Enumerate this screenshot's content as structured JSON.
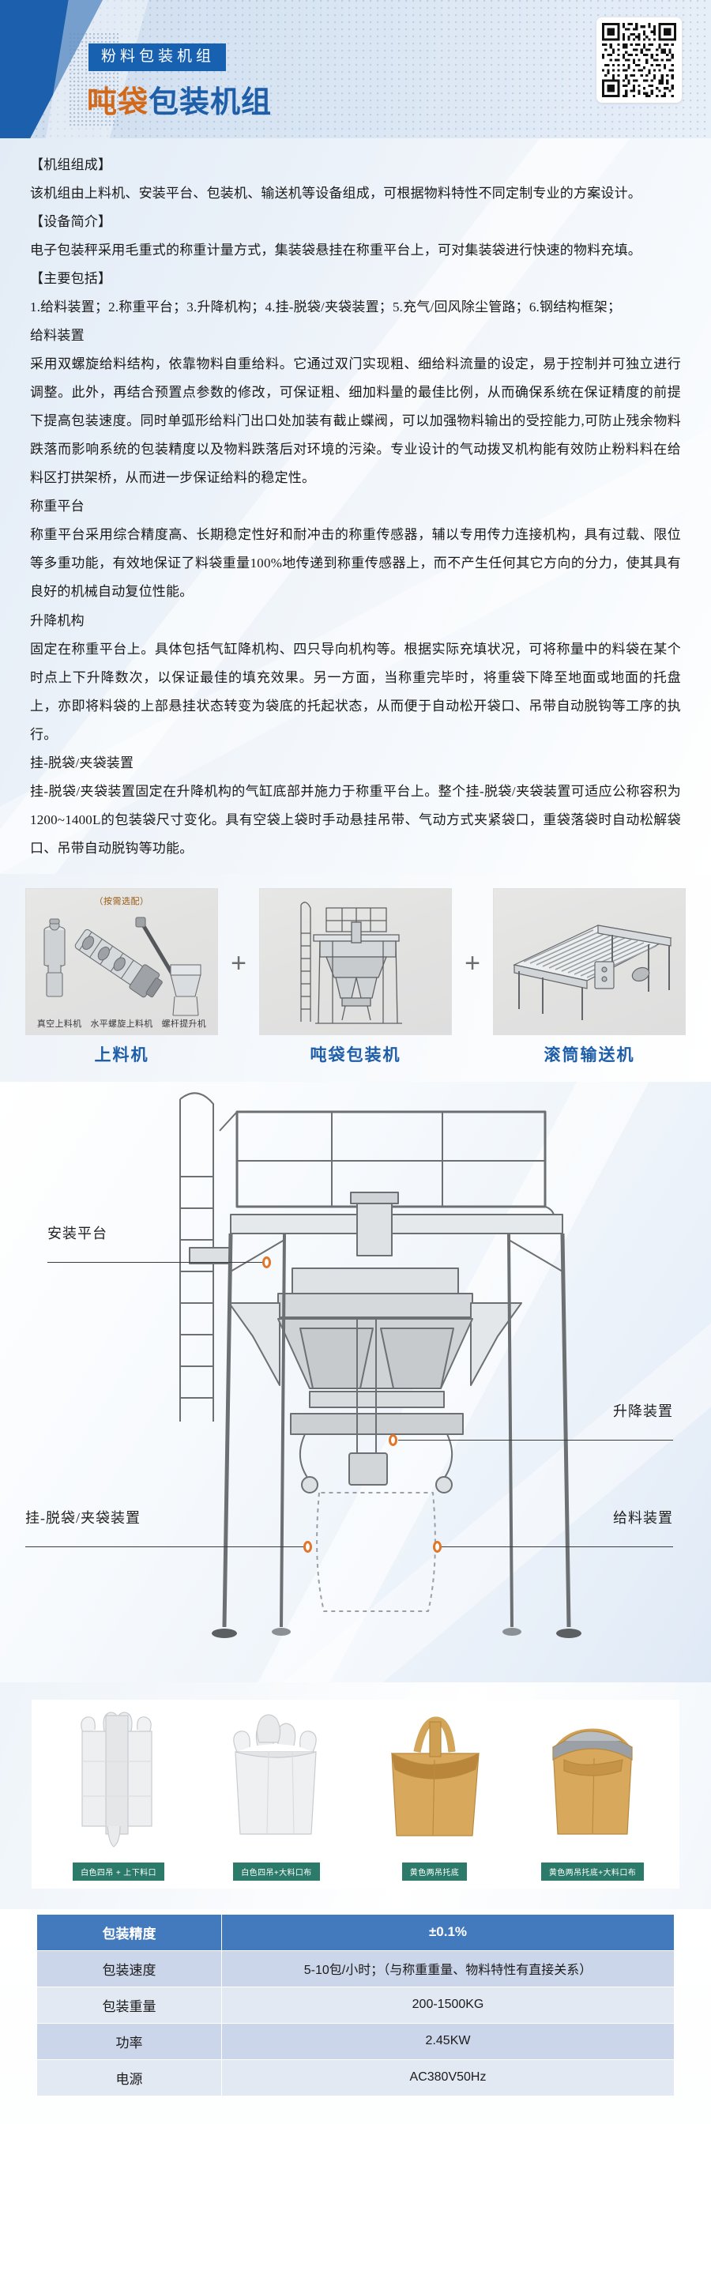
{
  "header": {
    "kicker": "粉料包装机组",
    "title_orange": "吨袋",
    "title_blue": "包装机组",
    "qr_name": "qr-code"
  },
  "copy": {
    "paragraphs": [
      "【机组组成】",
      "该机组由上料机、安装平台、包装机、输送机等设备组成，可根据物料特性不同定制专业的方案设计。",
      "【设备简介】",
      "电子包装秤采用毛重式的称重计量方式，集装袋悬挂在称重平台上，可对集装袋进行快速的物料充填。",
      "【主要包括】",
      "1.给料装置；2.称重平台；3.升降机构；4.挂-脱袋/夹袋装置；5.充气/回风除尘管路；6.钢结构框架；",
      "给料装置",
      "采用双螺旋给料结构，依靠物料自重给料。它通过双门实现粗、细给料流量的设定，易于控制并可独立进行调整。此外，再结合预置点参数的修改，可保证粗、细加料量的最佳比例，从而确保系统在保证精度的前提下提高包装速度。同时单弧形给料门出口处加装有截止蝶阀，可以加强物料输出的受控能力,可防止残余物料跌落而影响系统的包装精度以及物料跌落后对环境的污染。专业设计的气动拨叉机构能有效防止粉料料在给料区打拱架桥，从而进一步保证给料的稳定性。",
      "称重平台",
      "称重平台采用综合精度高、长期稳定性好和耐冲击的称重传感器，辅以专用传力连接机构，具有过载、限位等多重功能，有效地保证了料袋重量100%地传递到称重传感器上，而不产生任何其它方向的分力，使其具有良好的机械自动复位性能。",
      "升降机构",
      "固定在称重平台上。具体包括气缸降机构、四只导向机构等。根据实际充填状况，可将称量中的料袋在某个时点上下升降数次，以保证最佳的填充效果。另一方面，当称重完毕时，将重袋下降至地面或地面的托盘上，亦即将料袋的上部悬挂状态转变为袋底的托起状态，从而便于自动松开袋口、吊带自动脱钩等工序的执行。",
      "挂-脱袋/夹袋装置",
      "挂-脱袋/夹袋装置固定在升降机构的气缸底部并施力于称重平台上。整个挂-脱袋/夹袋装置可适应公称容积为1200~1400L的包装袋尺寸变化。具有空袋上袋时手动悬挂吊带、气动方式夹紧袋口，重袋落袋时自动松解袋口、吊带自动脱钩等功能。"
    ]
  },
  "equipment": {
    "plus": "+",
    "cards": [
      {
        "note": "（按需选配）",
        "sub": [
          "真空上料机",
          "水平螺旋上料机",
          "螺杆提升机"
        ],
        "caption": "上料机",
        "icon": "loader-machine-icon"
      },
      {
        "note": "",
        "sub": [],
        "caption": "吨袋包装机",
        "icon": "ton-bag-packer-icon"
      },
      {
        "note": "",
        "sub": [],
        "caption": "滚筒输送机",
        "icon": "roller-conveyor-icon"
      }
    ]
  },
  "diagram": {
    "labels": {
      "platform": "安装平台",
      "lift": "升降装置",
      "hanger": "挂-脱袋/夹袋装置",
      "feeder": "给料装置"
    }
  },
  "bags": {
    "items": [
      {
        "caption": "白色四吊 + 上下料口",
        "color": "white",
        "shape": "tube"
      },
      {
        "caption": "白色四吊+大料口布",
        "color": "white",
        "shape": "open"
      },
      {
        "caption": "黄色两吊托底",
        "color": "yellow",
        "shape": "tote"
      },
      {
        "caption": "黄色两吊托底+大料口布",
        "color": "yellow",
        "shape": "tote-open"
      }
    ]
  },
  "spec": {
    "rows": [
      {
        "key": "包装精度",
        "value": "±0.1%"
      },
      {
        "key": "包装速度",
        "value": "5-10包/小时；（与称重重量、物料特性有直接关系）"
      },
      {
        "key": "包装重量",
        "value": "200-1500KG"
      },
      {
        "key": "功率",
        "value": "2.45KW"
      },
      {
        "key": "电源",
        "value": "AC380V50Hz"
      }
    ]
  },
  "colors": {
    "brand_blue": "#1861b0",
    "title_orange": "#d2691a",
    "title_blue": "#1f5ea8",
    "table_header": "#4379bd",
    "caption_green": "#2c7a6a",
    "marker_orange": "#e0762a"
  }
}
